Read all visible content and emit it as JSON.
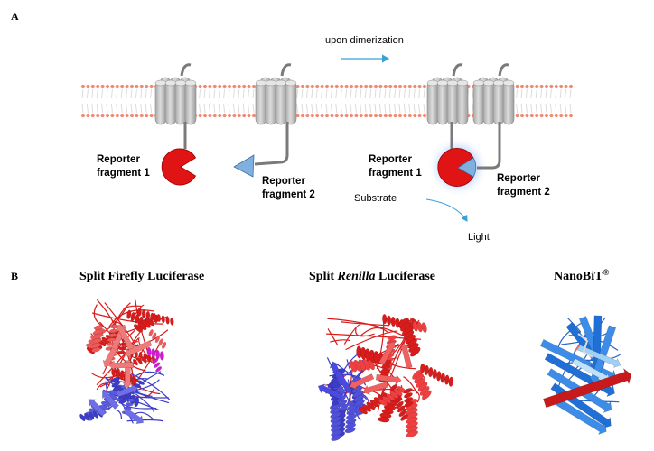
{
  "panels": {
    "a_label": "A",
    "b_label": "B"
  },
  "diagram": {
    "arrow_caption": "upon dimerization",
    "left_reporter_1": [
      "Reporter",
      "fragment 1"
    ],
    "left_reporter_2": [
      "Reporter",
      "fragment 2"
    ],
    "right_reporter_1": [
      "Reporter",
      "fragment 1"
    ],
    "right_reporter_2": [
      "Reporter",
      "fragment 2"
    ],
    "substrate": "Substrate",
    "light": "Light"
  },
  "structures": {
    "firefly": {
      "title": "Split Firefly Luciferase"
    },
    "renilla": {
      "title_pre": "Split ",
      "title_italic": "Renilla",
      "title_post": " Luciferase"
    },
    "nanobit": {
      "title": "NanoBiT",
      "title_sup": "®"
    }
  },
  "colors": {
    "membrane_head": "#f08a72",
    "membrane_tail": "#d9d9d9",
    "receptor": "#c9c9c9",
    "receptor_edge": "#8c8c8c",
    "fragment_red": "#e01414",
    "fragment_blue": "#7fb0df",
    "glow": "#5b8ff9",
    "arrow": "#3aa0d8",
    "protein_red": "#d81c1c",
    "protein_blue": "#3c3cc8",
    "protein_magenta": "#d11ad1",
    "nanobit_blue": "#1f6fd6"
  }
}
